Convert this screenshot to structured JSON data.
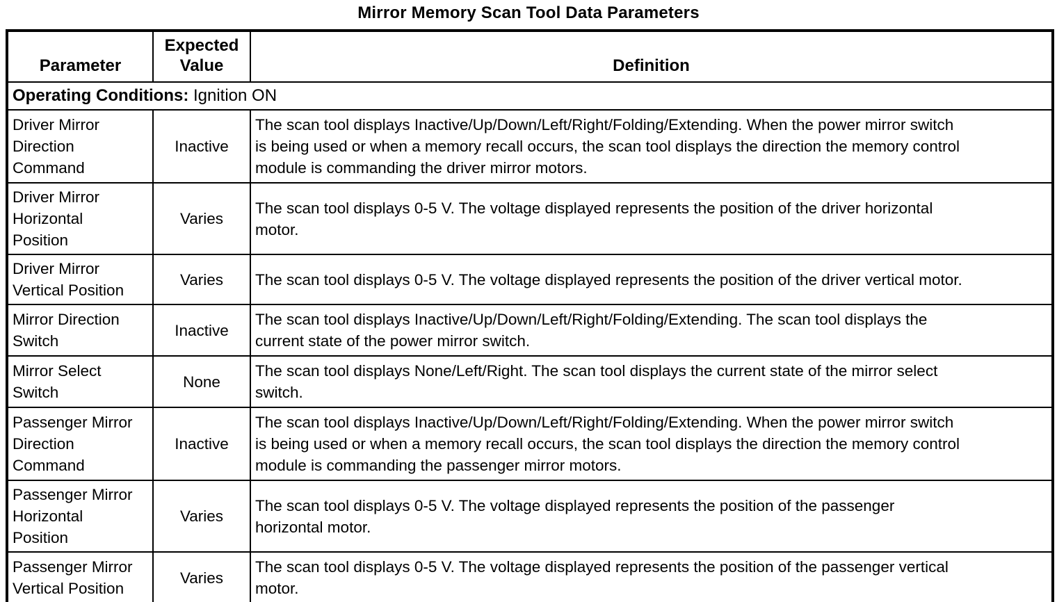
{
  "title": "Mirror Memory Scan Tool Data Parameters",
  "colors": {
    "background": "#ffffff",
    "text": "#000000",
    "border": "#000000"
  },
  "table": {
    "header": {
      "parameter": "Parameter",
      "expected_value": "Expected\nValue",
      "definition": "Definition"
    },
    "operating_conditions": {
      "label": "Operating Conditions:",
      "value": " Ignition ON"
    },
    "rows": [
      {
        "parameter": "Driver Mirror\nDirection\nCommand",
        "expected_value": "Inactive",
        "definition": "The scan tool displays Inactive/Up/Down/Left/Right/Folding/Extending. When the power mirror switch\nis being used or when a memory recall occurs, the scan tool displays the direction the memory control\nmodule is commanding the driver mirror motors."
      },
      {
        "parameter": "Driver Mirror\nHorizontal\nPosition",
        "expected_value": "Varies",
        "definition": "The scan tool displays 0-5 V. The voltage displayed represents the position of the driver horizontal\nmotor."
      },
      {
        "parameter": "Driver Mirror\nVertical Position",
        "expected_value": "Varies",
        "definition": "The scan tool displays 0-5 V. The voltage displayed represents the position of the driver vertical motor."
      },
      {
        "parameter": "Mirror Direction\nSwitch",
        "expected_value": "Inactive",
        "definition": "The scan tool displays Inactive/Up/Down/Left/Right/Folding/Extending. The scan tool displays the\ncurrent state of the power mirror switch."
      },
      {
        "parameter": "Mirror Select\nSwitch",
        "expected_value": "None",
        "definition": "The scan tool displays None/Left/Right. The scan tool displays the current state of the mirror select\nswitch."
      },
      {
        "parameter": "Passenger Mirror\nDirection\nCommand",
        "expected_value": "Inactive",
        "definition": "The scan tool displays Inactive/Up/Down/Left/Right/Folding/Extending. When the power mirror switch\nis being used or when a memory recall occurs, the scan tool displays the direction the memory control\nmodule is commanding the passenger mirror motors."
      },
      {
        "parameter": "Passenger Mirror\nHorizontal\nPosition",
        "expected_value": "Varies",
        "definition": "The scan tool displays 0-5 V. The voltage displayed represents the position of the passenger\nhorizontal motor."
      },
      {
        "parameter": "Passenger Mirror\nVertical Position",
        "expected_value": "Varies",
        "definition": "The scan tool displays 0-5 V. The voltage displayed represents the position of the passenger vertical\nmotor."
      }
    ]
  }
}
